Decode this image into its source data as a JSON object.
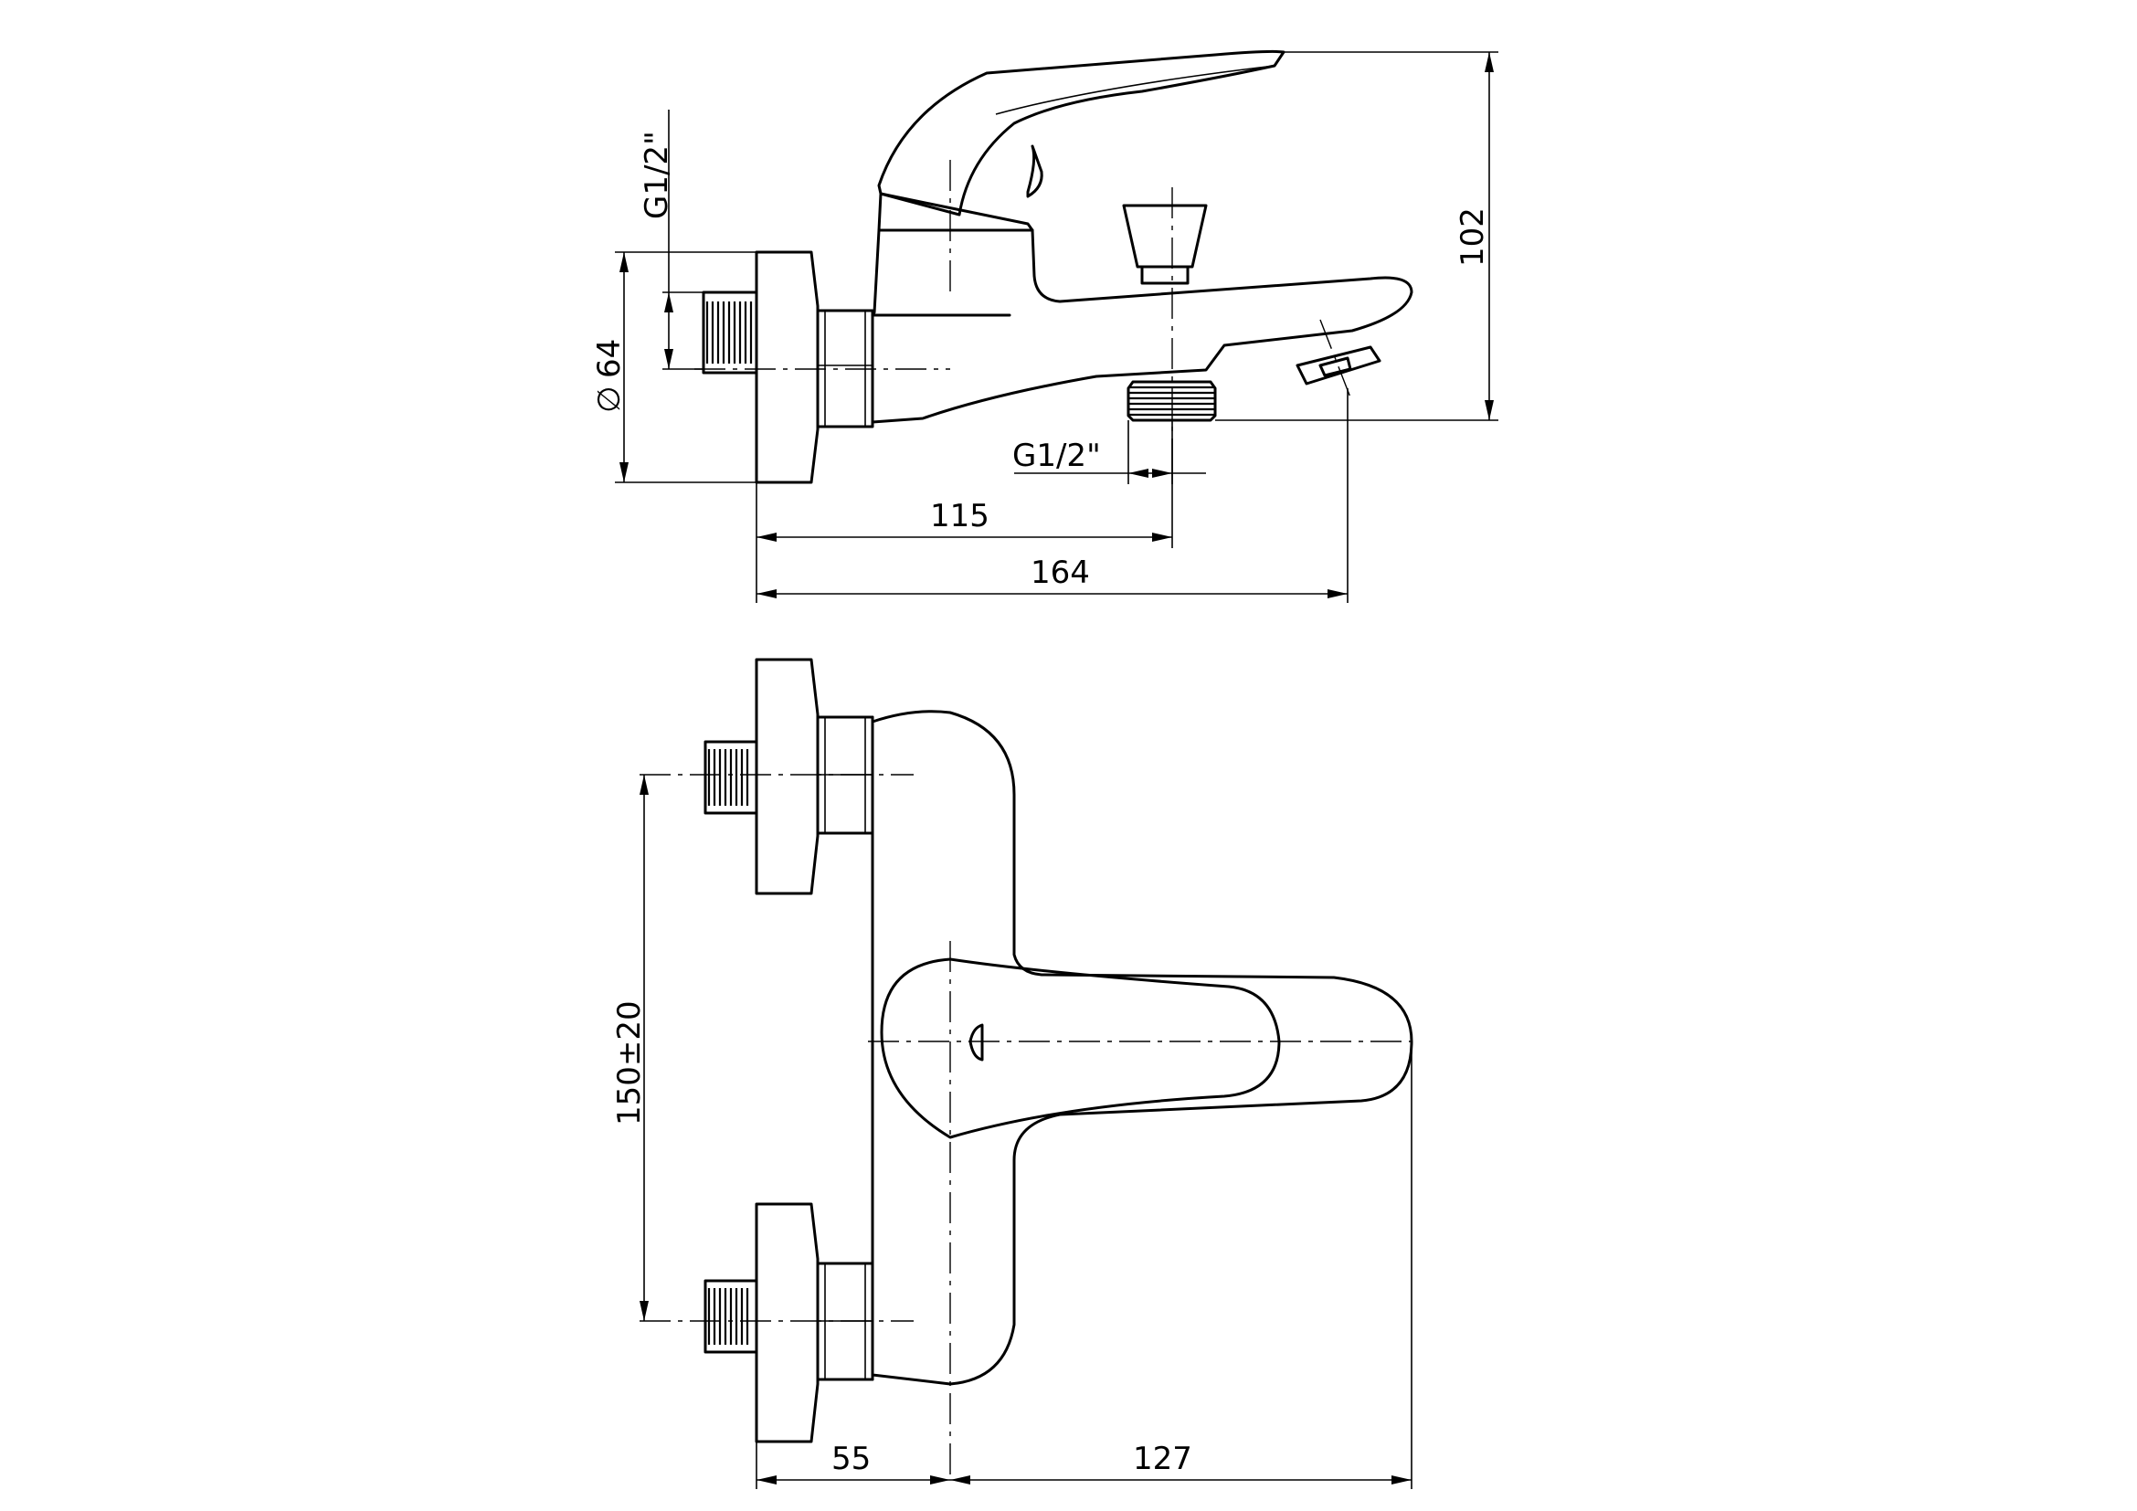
{
  "drawing": {
    "side_view": {
      "thread_left": "G1/2\"",
      "diameter": "64",
      "thread_bottom": "G1/2\"",
      "dim_115": "115",
      "dim_164": "164",
      "dim_102": "102"
    },
    "top_view": {
      "spacing": "150±20",
      "dim_55": "55",
      "dim_127": "127"
    }
  }
}
